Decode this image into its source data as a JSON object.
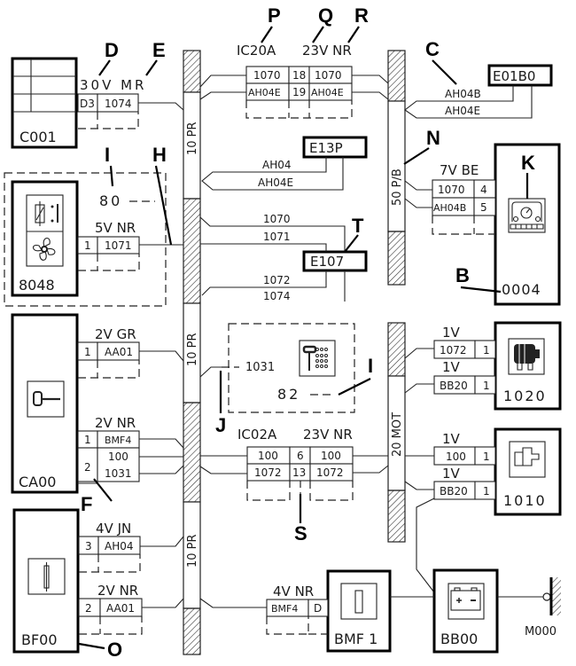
{
  "diagram": {
    "bus_bars": {
      "left": [
        "10 PR",
        "10 PR",
        "10 PR"
      ],
      "right_top": "50 P/B",
      "right_bottom": "20 MOT"
    },
    "components": {
      "c001": "C001",
      "e01b0": "E01B0",
      "e13p": "E13P",
      "e107": "E107",
      "m8048": "8048",
      "c0004": "0004",
      "ca00": "CA00",
      "c1020": "1020",
      "c1010": "1010",
      "bf00": "BF00",
      "bmf1": "BMF 1",
      "bb00": "BB00",
      "m000": "M000"
    },
    "connectors": {
      "c001": {
        "spec": "30V MR",
        "pin": "D3",
        "wire": "1074"
      },
      "ic20a": {
        "name": "IC20A",
        "spec": "23V NR",
        "rows": [
          [
            "1070",
            "18",
            "1070"
          ],
          [
            "AH04E",
            "19",
            "AH04E"
          ]
        ]
      },
      "e01b0_wires": [
        "AH04B",
        "AH04E"
      ],
      "e13p_wires": [
        "AH04",
        "AH04E"
      ],
      "e107_wires": [
        "1070",
        "1071",
        "1072",
        "1074"
      ],
      "m8048": {
        "zone": "80",
        "spec": "5V NR",
        "pin": "1",
        "wire": "1071"
      },
      "c0004": {
        "spec": "7V BE",
        "rows": [
          [
            "1070",
            "4"
          ],
          [
            "AH04B",
            "5"
          ]
        ]
      },
      "ca00_gr": {
        "spec": "2V GR",
        "pin": "1",
        "wire": "AA01"
      },
      "ca00_nr": {
        "spec": "2V NR",
        "pins": [
          "1",
          "2"
        ],
        "wires": [
          "BMF4",
          "100",
          "1031"
        ]
      },
      "zone82": {
        "zone": "82",
        "wire": "1031"
      },
      "ic02a": {
        "name": "IC02A",
        "spec": "23V NR",
        "rows": [
          [
            "100",
            "6",
            "100"
          ],
          [
            "1072",
            "13",
            "1072"
          ]
        ]
      },
      "c1020_a": {
        "spec": "1V",
        "wire": "1072",
        "pin": "1"
      },
      "c1020_b": {
        "spec": "1V",
        "wire": "BB20",
        "pin": "1"
      },
      "c1010_a": {
        "spec": "1V",
        "wire": "100",
        "pin": "1"
      },
      "c1010_b": {
        "spec": "1V",
        "wire": "BB20",
        "pin": "1"
      },
      "bf00_jn": {
        "spec": "4V JN",
        "pin": "3",
        "wire": "AH04"
      },
      "bf00_nr": {
        "spec": "2V NR",
        "pin": "2",
        "wire": "AA01"
      },
      "bmf1": {
        "spec": "4V NR",
        "wire": "BMF4",
        "pin": "D"
      }
    },
    "callouts": {
      "B": "B",
      "C": "C",
      "D": "D",
      "E": "E",
      "F": "F",
      "H": "H",
      "I1": "I",
      "I2": "I",
      "J": "J",
      "K": "K",
      "N": "N",
      "O": "O",
      "P": "P",
      "Q": "Q",
      "R": "R",
      "S": "S",
      "T": "T"
    }
  }
}
